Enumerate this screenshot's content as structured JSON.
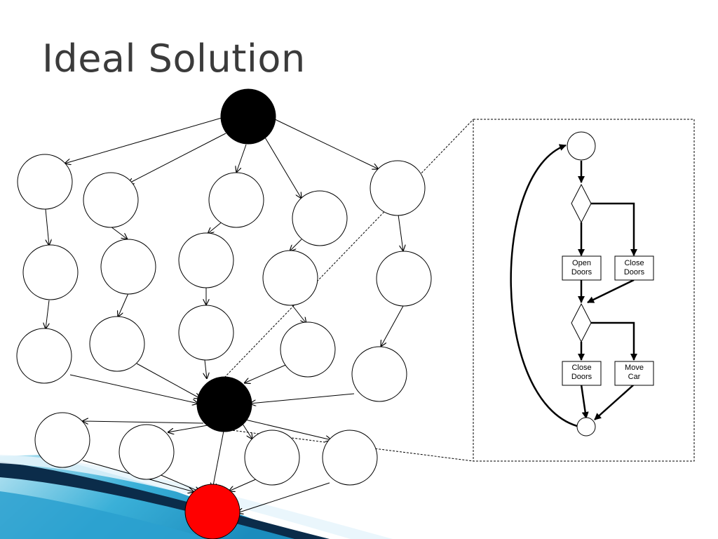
{
  "slide": {
    "title": "Ideal Solution"
  },
  "flowchart": {
    "box1": [
      "Open",
      "Doors"
    ],
    "box2": [
      "Close",
      "Doors"
    ],
    "box3": [
      "Close",
      "Doors"
    ],
    "box4": [
      "Move",
      "Car"
    ]
  },
  "colors": {
    "start_node": "#000000",
    "merge_node": "#000000",
    "end_node": "#ff0000",
    "accent_light": "#8fd3ea",
    "accent_mid": "#1b9ac8",
    "accent_dark": "#0b3a5e"
  }
}
